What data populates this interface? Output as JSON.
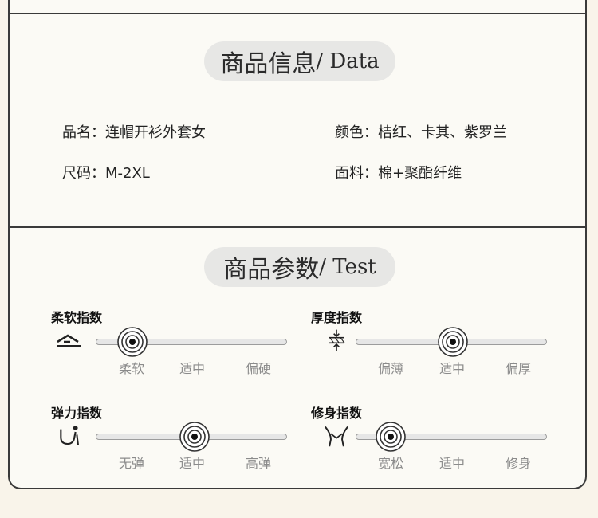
{
  "section_info": {
    "title_cn": "商品信息",
    "title_en": "/ Data",
    "name": "品名：连帽开衫外套女",
    "color": "颜色：桔红、卡其、紫罗兰",
    "size": "尺码：M-2XL",
    "fabric": "面料：棉+聚酯纤维"
  },
  "section_params": {
    "title_cn": "商品参数",
    "title_en": "/ Test",
    "softness": {
      "label": "柔软指数",
      "ticks": [
        "柔软",
        "适中",
        "偏硬"
      ],
      "selected": "柔软",
      "icon": "fabric-fold-icon"
    },
    "thickness": {
      "label": "厚度指数",
      "ticks": [
        "偏薄",
        "适中",
        "偏厚"
      ],
      "selected": "适中",
      "icon": "thickness-compress-icon"
    },
    "elasticity": {
      "label": "弹力指数",
      "ticks": [
        "无弹",
        "适中",
        "高弹"
      ],
      "selected": "适中",
      "icon": "stretch-figure-icon"
    },
    "fit": {
      "label": "修身指数",
      "ticks": [
        "宽松",
        "适中",
        "修身"
      ],
      "selected": "宽松",
      "icon": "body-shape-icon"
    }
  },
  "colors": {
    "border": "#3a3a3a",
    "pill": "#e7e7e5",
    "tick": "#8b8b8b",
    "background": "#f9f4ea"
  }
}
